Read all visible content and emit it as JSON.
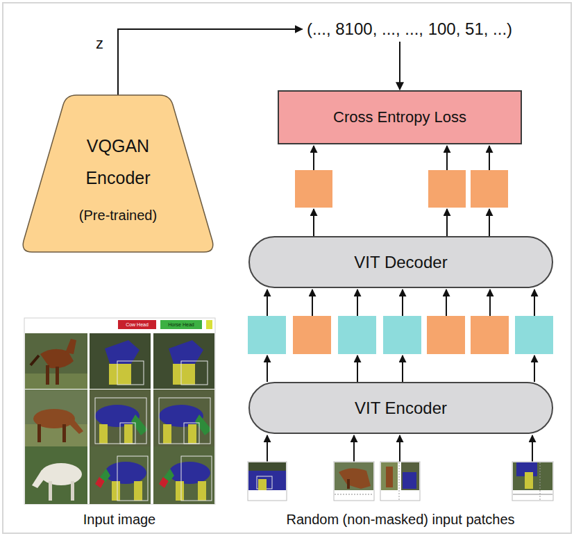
{
  "diagram": {
    "nodes": [
      {
        "text": [
          "VQGAN Encoder",
          "(Pre-trained)"
        ]
      },
      {
        "text": [
          "(..., 8100, ..., ..., 100, 51, ...)"
        ]
      },
      {
        "text": [
          "Cross Entropy Loss"
        ]
      },
      {
        "text": [
          "VIT Decoder"
        ]
      },
      {
        "text": [
          "VIT Encoder"
        ]
      }
    ],
    "edges": [
      {
        "from": 0,
        "to": 1,
        "label": "z",
        "arrow": "to"
      },
      {
        "from": 1,
        "to": 2,
        "arrow": "to"
      }
    ],
    "labels": [
      "Input image",
      "Random (non-masked) input patches"
    ],
    "legend": [
      {
        "text": "Cow Head",
        "color": "#c8202c"
      },
      {
        "text": "Horse Head",
        "color": "#3cb043"
      }
    ]
  }
}
